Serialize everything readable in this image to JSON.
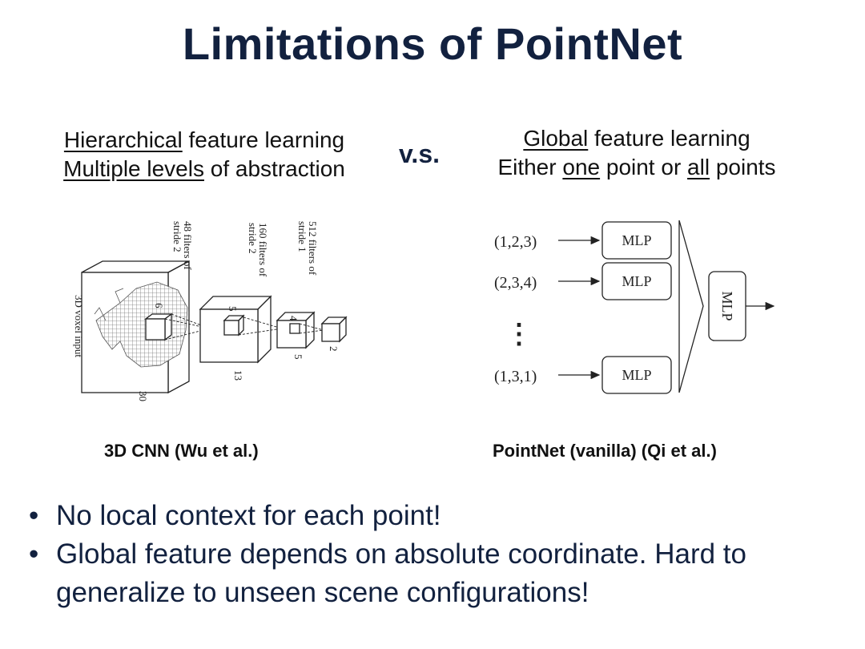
{
  "slide": {
    "title": "Limitations of PointNet",
    "vs": "v.s."
  },
  "left": {
    "heading_line1_underlined": "Hierarchical",
    "heading_line1_rest": " feature learning",
    "heading_line2_underlined": "Multiple levels",
    "heading_line2_rest": " of abstraction",
    "caption": "3D CNN (Wu et al.)",
    "figure": {
      "input_label": "3D voxel input",
      "layer1_label_a": "48 filters of",
      "layer1_label_b": "stride 2",
      "layer2_label_a": "160 filters of",
      "layer2_label_b": "stride 2",
      "layer3_label_a": "512 filters of",
      "layer3_label_b": "stride 1",
      "dim_30": "30",
      "dim_13": "13",
      "dim_6": "6",
      "dim_5a": "5",
      "dim_5b": "5",
      "dim_4": "4",
      "dim_2": "2"
    }
  },
  "right": {
    "heading_line1_underlined": "Global",
    "heading_line1_rest": " feature learning",
    "heading_line2_a": "Either ",
    "heading_line2_underlined1": "one",
    "heading_line2_b": " point or ",
    "heading_line2_underlined2": "all",
    "heading_line2_c": " points",
    "caption": "PointNet (vanilla) (Qi et al.)",
    "figure": {
      "inputs": [
        "(1,2,3)",
        "(2,3,4)",
        "(1,3,1)"
      ],
      "mlp_label": "MLP",
      "global_mlp_label": "MLP",
      "ellipsis": "⋮"
    }
  },
  "bullets": [
    "No local context for each point!",
    "Global feature depends on absolute coordinate. Hard to generalize to unseen scene configurations!"
  ],
  "bullet_symbol": "•"
}
